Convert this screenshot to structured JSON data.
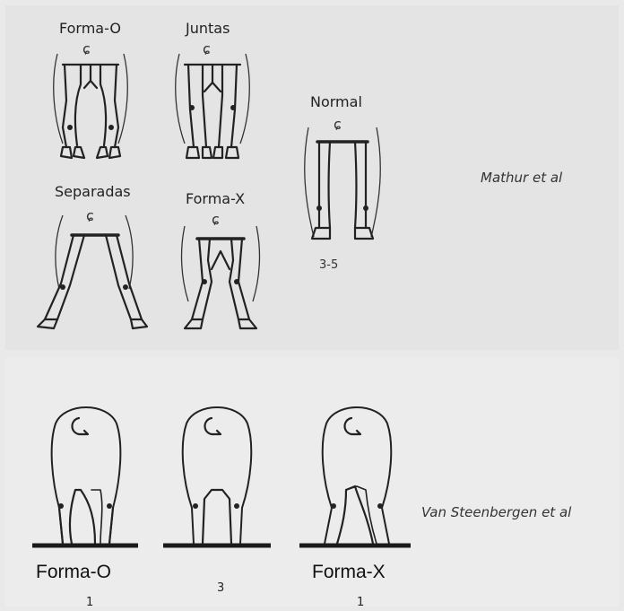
{
  "top_section": {
    "source": "Mathur et al",
    "figures": [
      {
        "name": "Forma-O"
      },
      {
        "name": "Juntas"
      },
      {
        "name": "Normal",
        "score": "3-5"
      },
      {
        "name": "Separadas"
      },
      {
        "name": "Forma-X"
      }
    ]
  },
  "bottom_section": {
    "source": "Van Steenbergen et al",
    "figures": [
      {
        "name": "Forma-O",
        "score": "1"
      },
      {
        "name": "",
        "score": "3"
      },
      {
        "name": "Forma-X",
        "score": "1"
      }
    ]
  }
}
